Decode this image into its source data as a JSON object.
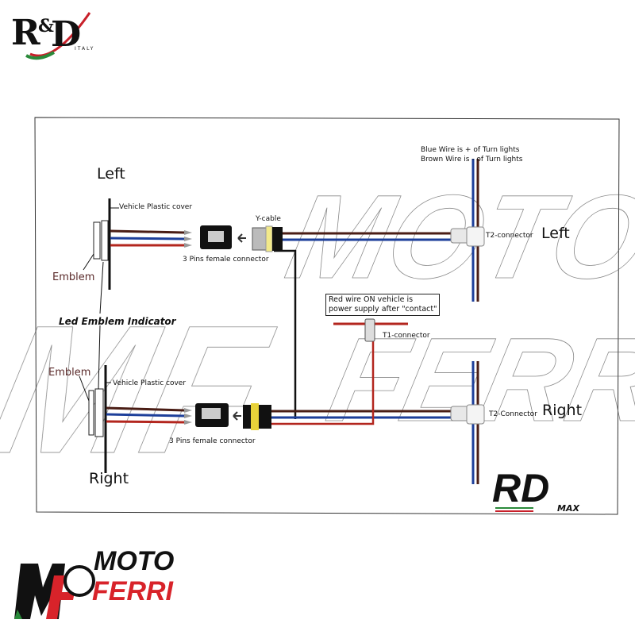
{
  "header_logo": {
    "mark": "R&D",
    "subtitle": "ITALY"
  },
  "footer_logo": {
    "mark": "MF",
    "line1": "MOTO",
    "line2": "FERRI"
  },
  "diagram_logo": {
    "mark": "RD",
    "subtitle": "MAX"
  },
  "watermark": {
    "line1": "MOTO",
    "line2": "FERRI",
    "mark": "MF"
  },
  "diagram": {
    "left_side": {
      "title": "Left",
      "cover_label": "Vehicle Plastic cover",
      "emblem_label": "Emblem",
      "connector_label": "3 Pins female connector",
      "ycable_label": "Y-cable"
    },
    "center_label": "Led Emblem Indicator",
    "right_side": {
      "title": "Right",
      "cover_label": "Vehicle Plastic cover",
      "emblem_label": "Emblem",
      "connector_label": "3 Pins female connector"
    },
    "turn_lights_note": {
      "line1": "Blue Wire is + of Turn lights",
      "line2": "Brown Wire is - of Turn lights"
    },
    "t2_left": {
      "label": "T2-connector",
      "side": "Left"
    },
    "t2_right": {
      "label": "T2-Connector",
      "side": "Right"
    },
    "power_note": {
      "line1": "Red wire ON vehicle is",
      "line2": "power supply after \"contact\""
    },
    "t1_label": "T1-connector",
    "wire_colors": {
      "brown": "#4a1d15",
      "blue": "#1d3f9a",
      "red": "#b3261e",
      "black": "#111111"
    }
  }
}
